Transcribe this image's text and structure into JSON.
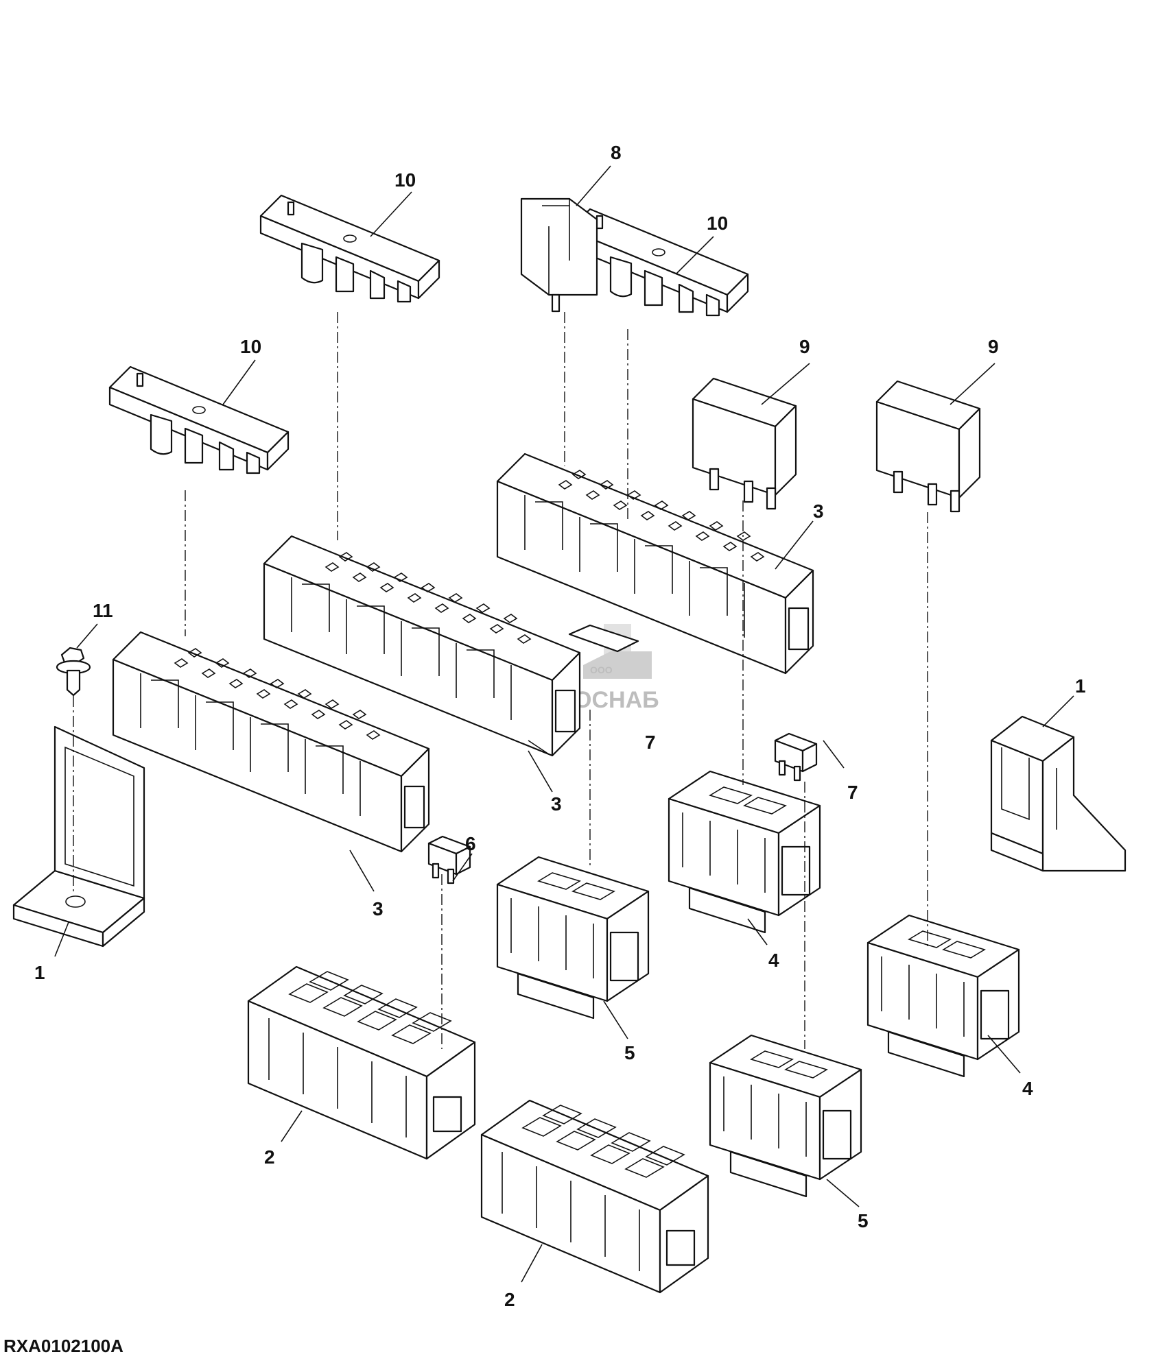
{
  "diagram": {
    "code": "RXA0102100A",
    "watermark": {
      "org": "ООО",
      "name": "АГРОСНАБ"
    },
    "callouts": [
      {
        "id": "c1a",
        "label": "1"
      },
      {
        "id": "c1b",
        "label": "1"
      },
      {
        "id": "c2a",
        "label": "2"
      },
      {
        "id": "c2b",
        "label": "2"
      },
      {
        "id": "c3a",
        "label": "3"
      },
      {
        "id": "c3b",
        "label": "3"
      },
      {
        "id": "c3c",
        "label": "3"
      },
      {
        "id": "c4a",
        "label": "4"
      },
      {
        "id": "c4b",
        "label": "4"
      },
      {
        "id": "c5a",
        "label": "5"
      },
      {
        "id": "c5b",
        "label": "5"
      },
      {
        "id": "c6",
        "label": "6"
      },
      {
        "id": "c7a",
        "label": "7"
      },
      {
        "id": "c7b",
        "label": "7"
      },
      {
        "id": "c8",
        "label": "8"
      },
      {
        "id": "c9a",
        "label": "9"
      },
      {
        "id": "c9b",
        "label": "9"
      },
      {
        "id": "c10a",
        "label": "10"
      },
      {
        "id": "c10b",
        "label": "10"
      },
      {
        "id": "c10c",
        "label": "10"
      },
      {
        "id": "c11",
        "label": "11"
      }
    ]
  }
}
